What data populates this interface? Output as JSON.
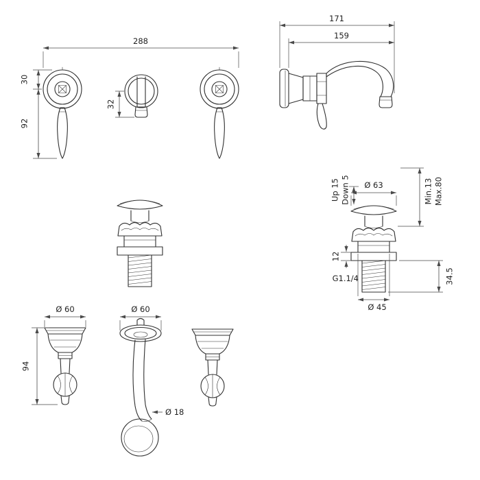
{
  "front": {
    "width": "288",
    "handle_offset": "30",
    "handle_length": "92",
    "spout_drop": "32"
  },
  "side": {
    "total_depth": "171",
    "spout_reach": "159"
  },
  "drain": {
    "cap_diameter": "Ø 63",
    "up_travel": "Up 15",
    "down_travel": "Down 5",
    "min_depth": "Min.13",
    "max_depth": "Max.80",
    "flange_thickness": "12",
    "thread_size": "G1.1/4",
    "thread_length": "34.5",
    "body_diameter": "Ø 45"
  },
  "bottom": {
    "handle_diameter": "Ø 60",
    "handle_length": "94",
    "spout_flange_diameter": "Ø 60",
    "spout_tube_diameter": "Ø 18"
  },
  "colors": {
    "background": "#ffffff",
    "line": "#2f2f2f",
    "dimension": "#4a4a4a",
    "text": "#1f1f1f"
  }
}
